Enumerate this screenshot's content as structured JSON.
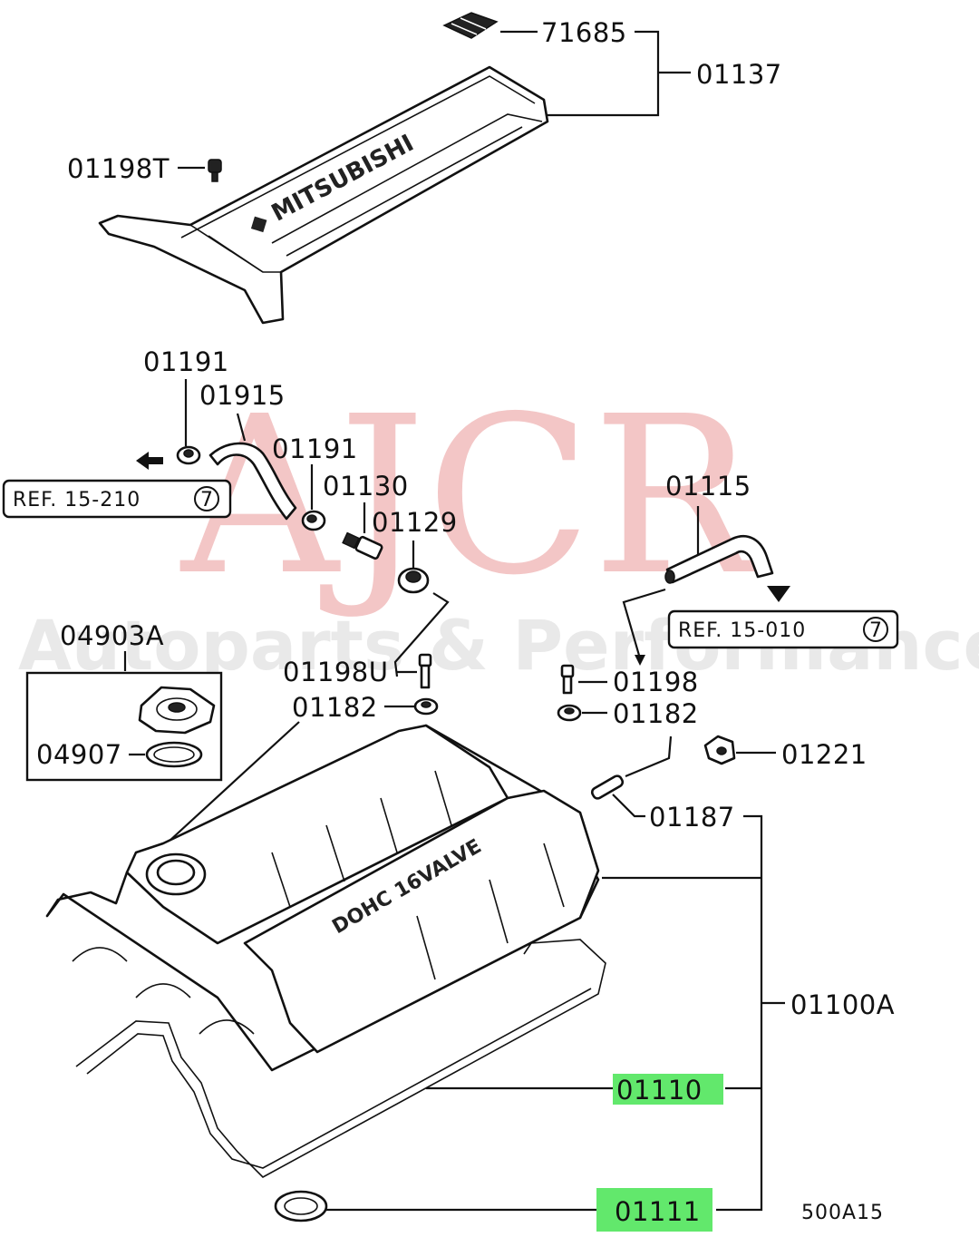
{
  "watermark": {
    "brand": "AJCR",
    "tagline": "Autoparts & Performance"
  },
  "references": [
    {
      "id": "ref-15-210",
      "text": "REF. 15-210",
      "circle": "7"
    },
    {
      "id": "ref-15-010",
      "text": "REF. 15-010",
      "circle": "7"
    }
  ],
  "labels": {
    "p71685": "71685",
    "p01137": "01137",
    "p01198T": "01198T",
    "p01191a": "01191",
    "p01915": "01915",
    "p01191b": "01191",
    "p01130": "01130",
    "p01129": "01129",
    "p01115": "01115",
    "p04903A": "04903A",
    "p04907": "04907",
    "p01198U": "01198U",
    "p01182a": "01182",
    "p01198": "01198",
    "p01182b": "01182",
    "p01221": "01221",
    "p01187": "01187",
    "p01100A": "01100A",
    "p01110": "01110",
    "p01111": "01111",
    "figure_code": "500A15"
  },
  "highlighted": [
    "01110",
    "01111"
  ],
  "colors": {
    "highlight": "#62e86c",
    "watermark": "#f3c6c6",
    "ink": "#111111"
  }
}
